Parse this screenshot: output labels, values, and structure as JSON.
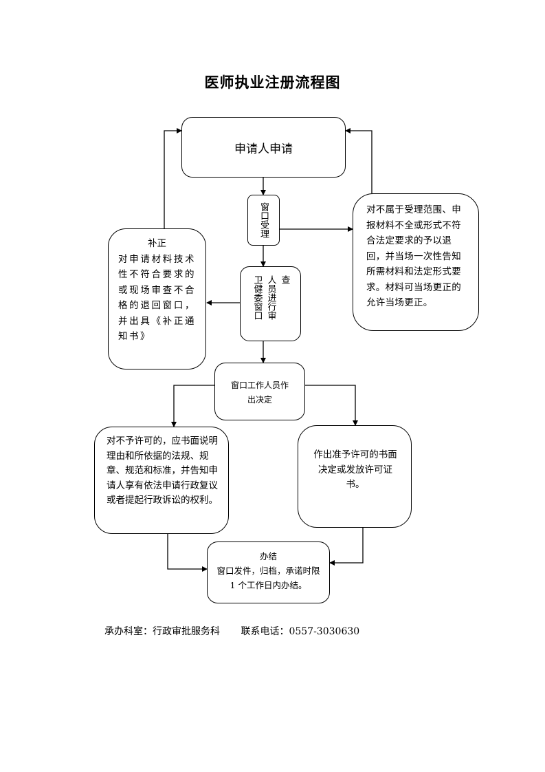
{
  "title": "医师执业注册流程图",
  "nodes": {
    "apply": "申请人申请",
    "window_accept": "窗口受理",
    "reject_return": "对不属于受理范围、申报材料不全或形式不符合法定要求的予以退回，并当场一次性告知所需材料和法定形式要求。材料可当场更正的允许当场更正。",
    "review": "卫健委窗口人员进行审查",
    "correction_title": "补正",
    "correction_body": "对申请材料技术性不符合要求的或现场审查不合格的退回窗口，并出具《补正通知书》",
    "decision": "窗口工作人员作出决定",
    "deny": "对不予许可的，应书面说明理由和所依据的法规、规章、规范和标准，并告知申请人享有依法申请行政复议或者提起行政诉讼的权利。",
    "approve": "作出准予许可的书面决定或发放许可证书。",
    "complete_title": "办结",
    "complete_body": "窗口发件，归档，承诺时限 1 个工作日内办结。"
  },
  "footer": {
    "department": "承办科室：行政审批服务科",
    "phone": "联系电话：0557-3030630"
  }
}
